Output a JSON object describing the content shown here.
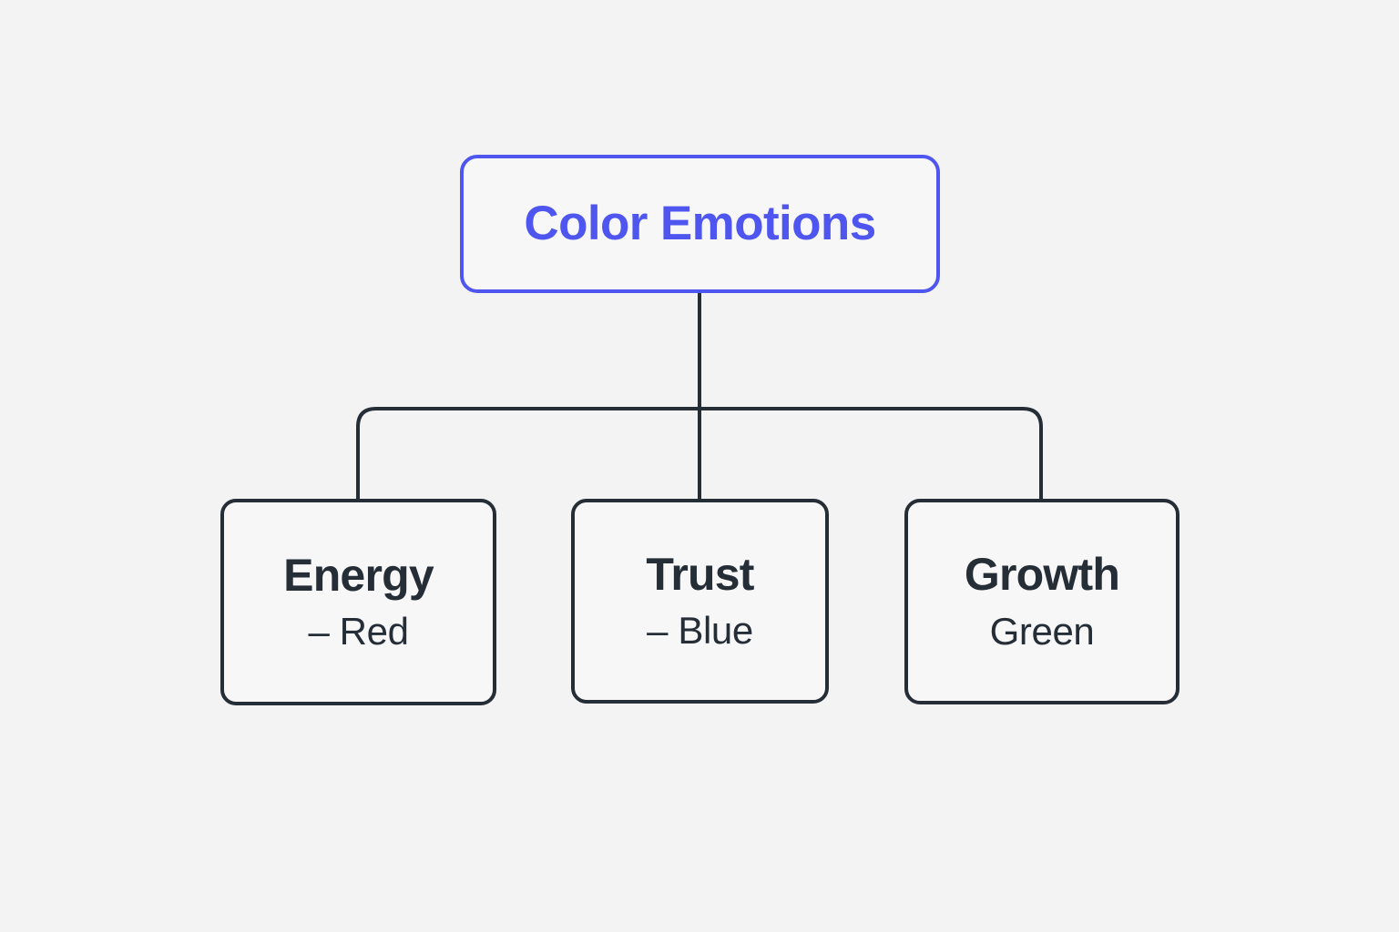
{
  "diagram": {
    "type": "tree",
    "background_color": "#f3f3f4",
    "accent_color": "#4f56ef",
    "line_color": "#252d36",
    "root": {
      "label": "Color Emotions"
    },
    "children": [
      {
        "id": "energy",
        "title": "Energy",
        "subtitle": "– Red"
      },
      {
        "id": "trust",
        "title": "Trust",
        "subtitle": "– Blue"
      },
      {
        "id": "growth",
        "title": "Growth",
        "subtitle": "Green"
      }
    ]
  }
}
